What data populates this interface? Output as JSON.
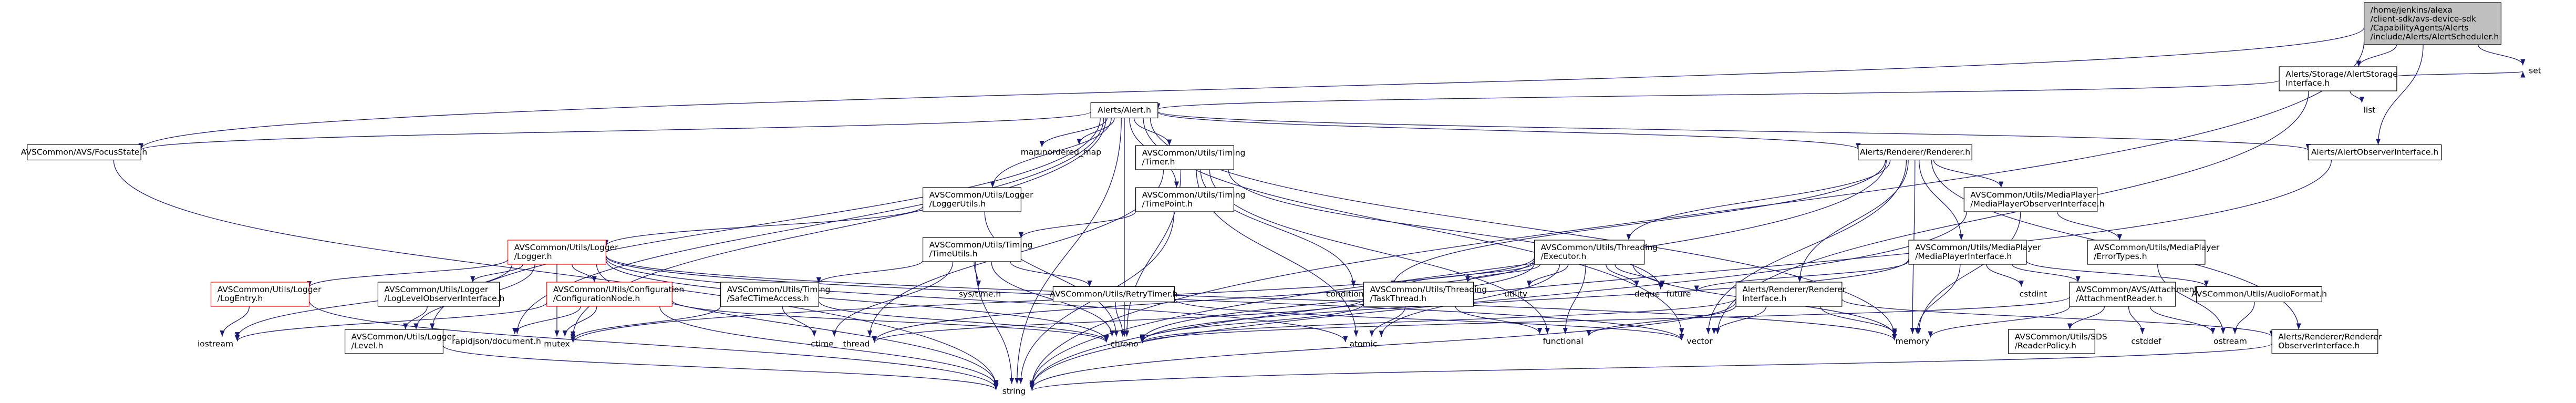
{
  "colors": {
    "edge": "#191970",
    "root_fill": "#bfbfbf",
    "node_border": "#000000",
    "red_border": "#ff0000"
  },
  "nodes": [
    {
      "id": "root",
      "lines": [
        "/home/jenkins/alexa",
        "/client-sdk/avs-device-sdk",
        "/CapabilityAgents/Alerts",
        "/include/Alerts/AlertScheduler.h"
      ],
      "style": "root"
    },
    {
      "id": "focus",
      "lines": [
        "AVSCommon/AVS/FocusState.h"
      ],
      "style": "box"
    },
    {
      "id": "set",
      "lines": [
        "set"
      ],
      "style": "sys"
    },
    {
      "id": "storage",
      "lines": [
        "Alerts/Storage/AlertStorage",
        "Interface.h"
      ],
      "style": "box"
    },
    {
      "id": "list",
      "lines": [
        "list"
      ],
      "style": "sys"
    },
    {
      "id": "alert",
      "lines": [
        "Alerts/Alert.h"
      ],
      "style": "box"
    },
    {
      "id": "observer",
      "lines": [
        "Alerts/AlertObserverInterface.h"
      ],
      "style": "box"
    },
    {
      "id": "map",
      "lines": [
        "map"
      ],
      "style": "sys"
    },
    {
      "id": "umap",
      "lines": [
        "unordered_map"
      ],
      "style": "sys"
    },
    {
      "id": "timer",
      "lines": [
        "AVSCommon/Utils/Timing",
        "/Timer.h"
      ],
      "style": "box"
    },
    {
      "id": "renderer",
      "lines": [
        "Alerts/Renderer/Renderer.h"
      ],
      "style": "box"
    },
    {
      "id": "loggerutils",
      "lines": [
        "AVSCommon/Utils/Logger",
        "/LoggerUtils.h"
      ],
      "style": "box"
    },
    {
      "id": "timepoint",
      "lines": [
        "AVSCommon/Utils/Timing",
        "/TimePoint.h"
      ],
      "style": "box"
    },
    {
      "id": "mpobs",
      "lines": [
        "AVSCommon/Utils/MediaPlayer",
        "/MediaPlayerObserverInterface.h"
      ],
      "style": "box"
    },
    {
      "id": "logger",
      "lines": [
        "AVSCommon/Utils/Logger",
        "/Logger.h"
      ],
      "style": "red"
    },
    {
      "id": "executor",
      "lines": [
        "AVSCommon/Utils/Threading",
        "/Executor.h"
      ],
      "style": "box"
    },
    {
      "id": "mpint",
      "lines": [
        "AVSCommon/Utils/MediaPlayer",
        "/MediaPlayerInterface.h"
      ],
      "style": "box"
    },
    {
      "id": "errortypes",
      "lines": [
        "AVSCommon/Utils/MediaPlayer",
        "/ErrorTypes.h"
      ],
      "style": "box"
    },
    {
      "id": "timeutils",
      "lines": [
        "AVSCommon/Utils/Timing",
        "/TimeUtils.h"
      ],
      "style": "box"
    },
    {
      "id": "logentry",
      "lines": [
        "AVSCommon/Utils/Logger",
        "/LogEntry.h"
      ],
      "style": "red"
    },
    {
      "id": "loglevelobs",
      "lines": [
        "AVSCommon/Utils/Logger",
        "/LogLevelObserverInterface.h"
      ],
      "style": "box"
    },
    {
      "id": "confignode",
      "lines": [
        "AVSCommon/Utils/Configuration",
        "/ConfigurationNode.h"
      ],
      "style": "red"
    },
    {
      "id": "safectime",
      "lines": [
        "AVSCommon/Utils/Timing",
        "/SafeCTimeAccess.h"
      ],
      "style": "box"
    },
    {
      "id": "systime",
      "lines": [
        "sys/time.h"
      ],
      "style": "sys"
    },
    {
      "id": "retrytimer",
      "lines": [
        "AVSCommon/Utils/RetryTimer.h"
      ],
      "style": "box"
    },
    {
      "id": "utility",
      "lines": [
        "utility"
      ],
      "style": "sys"
    },
    {
      "id": "deque",
      "lines": [
        "deque"
      ],
      "style": "sys"
    },
    {
      "id": "future",
      "lines": [
        "future"
      ],
      "style": "sys"
    },
    {
      "id": "condvar",
      "lines": [
        "condition_variable"
      ],
      "style": "sys"
    },
    {
      "id": "taskthread",
      "lines": [
        "AVSCommon/Utils/Threading",
        "/TaskThread.h"
      ],
      "style": "box"
    },
    {
      "id": "rendererif",
      "lines": [
        "Alerts/Renderer/Renderer",
        "Interface.h"
      ],
      "style": "box"
    },
    {
      "id": "cstdint",
      "lines": [
        "cstdint"
      ],
      "style": "sys"
    },
    {
      "id": "attreader",
      "lines": [
        "AVSCommon/AVS/Attachment",
        "/AttachmentReader.h"
      ],
      "style": "box"
    },
    {
      "id": "audioformat",
      "lines": [
        "AVSCommon/Utils/AudioFormat.h"
      ],
      "style": "box"
    },
    {
      "id": "loglevel",
      "lines": [
        "AVSCommon/Utils/Logger",
        "/Level.h"
      ],
      "style": "box"
    },
    {
      "id": "rapidjson",
      "lines": [
        "rapidjson/document.h"
      ],
      "style": "sys"
    },
    {
      "id": "mutex",
      "lines": [
        "mutex"
      ],
      "style": "sys"
    },
    {
      "id": "iostream",
      "lines": [
        "iostream"
      ],
      "style": "sys"
    },
    {
      "id": "ctime",
      "lines": [
        "ctime"
      ],
      "style": "sys"
    },
    {
      "id": "thread",
      "lines": [
        "thread"
      ],
      "style": "sys"
    },
    {
      "id": "chrono",
      "lines": [
        "chrono"
      ],
      "style": "sys"
    },
    {
      "id": "atomic",
      "lines": [
        "atomic"
      ],
      "style": "sys"
    },
    {
      "id": "functional",
      "lines": [
        "functional"
      ],
      "style": "sys"
    },
    {
      "id": "vector",
      "lines": [
        "vector"
      ],
      "style": "sys"
    },
    {
      "id": "memory",
      "lines": [
        "memory"
      ],
      "style": "sys"
    },
    {
      "id": "sds",
      "lines": [
        "AVSCommon/Utils/SDS",
        "/ReaderPolicy.h"
      ],
      "style": "box"
    },
    {
      "id": "cstddef",
      "lines": [
        "cstddef"
      ],
      "style": "sys"
    },
    {
      "id": "ostream",
      "lines": [
        "ostream"
      ],
      "style": "sys"
    },
    {
      "id": "rendobs",
      "lines": [
        "Alerts/Renderer/Renderer",
        "ObserverInterface.h"
      ],
      "style": "box"
    },
    {
      "id": "string",
      "lines": [
        "string"
      ],
      "style": "sys"
    }
  ],
  "edges": [
    [
      "root",
      "focus"
    ],
    [
      "root",
      "set"
    ],
    [
      "root",
      "storage"
    ],
    [
      "root",
      "observer"
    ],
    [
      "root",
      "string"
    ],
    [
      "storage",
      "alert"
    ],
    [
      "storage",
      "list"
    ],
    [
      "storage",
      "set"
    ],
    [
      "storage",
      "vector"
    ],
    [
      "alert",
      "focus"
    ],
    [
      "alert",
      "observer"
    ],
    [
      "alert",
      "map"
    ],
    [
      "alert",
      "umap"
    ],
    [
      "alert",
      "timer"
    ],
    [
      "alert",
      "renderer"
    ],
    [
      "alert",
      "timepoint"
    ],
    [
      "alert",
      "loggerutils"
    ],
    [
      "alert",
      "string"
    ],
    [
      "alert",
      "mutex"
    ],
    [
      "alert",
      "chrono"
    ],
    [
      "alert",
      "memory"
    ],
    [
      "alert",
      "vector"
    ],
    [
      "alert",
      "rapidjson"
    ],
    [
      "alert",
      "loglevel"
    ],
    [
      "observer",
      "string"
    ],
    [
      "focus",
      "string"
    ],
    [
      "timer",
      "condvar"
    ],
    [
      "timer",
      "chrono"
    ],
    [
      "timer",
      "thread"
    ],
    [
      "timer",
      "future"
    ],
    [
      "timer",
      "functional"
    ],
    [
      "timer",
      "atomic"
    ],
    [
      "timepoint",
      "timeutils"
    ],
    [
      "timepoint",
      "string"
    ],
    [
      "loggerutils",
      "logger"
    ],
    [
      "loggerutils",
      "chrono"
    ],
    [
      "logger",
      "logentry"
    ],
    [
      "logger",
      "loglevelobs"
    ],
    [
      "logger",
      "confignode"
    ],
    [
      "logger",
      "loglevel"
    ],
    [
      "logger",
      "mutex"
    ],
    [
      "logger",
      "iostream"
    ],
    [
      "logger",
      "chrono"
    ],
    [
      "logger",
      "vector"
    ],
    [
      "logger",
      "atomic"
    ],
    [
      "logger",
      "memory"
    ],
    [
      "logger",
      "string"
    ],
    [
      "logentry",
      "iostream"
    ],
    [
      "logentry",
      "string"
    ],
    [
      "loglevelobs",
      "loglevel"
    ],
    [
      "confignode",
      "mutex"
    ],
    [
      "confignode",
      "rapidjson"
    ],
    [
      "confignode",
      "chrono"
    ],
    [
      "confignode",
      "iostream"
    ],
    [
      "confignode",
      "string"
    ],
    [
      "loglevel",
      "string"
    ],
    [
      "timeutils",
      "safectime"
    ],
    [
      "timeutils",
      "systime"
    ],
    [
      "timeutils",
      "retrytimer"
    ],
    [
      "timeutils",
      "ctime"
    ],
    [
      "timeutils",
      "chrono"
    ],
    [
      "timeutils",
      "string"
    ],
    [
      "safectime",
      "mutex"
    ],
    [
      "safectime",
      "ctime"
    ],
    [
      "safectime",
      "chrono"
    ],
    [
      "retrytimer",
      "chrono"
    ],
    [
      "retrytimer",
      "vector"
    ],
    [
      "renderer",
      "executor"
    ],
    [
      "renderer",
      "rendererif"
    ],
    [
      "renderer",
      "mpobs"
    ],
    [
      "renderer",
      "mpint"
    ],
    [
      "renderer",
      "condvar"
    ],
    [
      "renderer",
      "vector"
    ],
    [
      "renderer",
      "memory"
    ],
    [
      "renderer",
      "rendobs"
    ],
    [
      "renderer",
      "string"
    ],
    [
      "mpobs",
      "errortypes"
    ],
    [
      "mpobs",
      "memory"
    ],
    [
      "mpobs",
      "string"
    ],
    [
      "mpint",
      "attreader"
    ],
    [
      "mpint",
      "audioformat"
    ],
    [
      "mpint",
      "cstdint"
    ],
    [
      "mpint",
      "future"
    ],
    [
      "mpint",
      "memory"
    ],
    [
      "mpint",
      "chrono"
    ],
    [
      "errortypes",
      "ostream"
    ],
    [
      "executor",
      "taskthread"
    ],
    [
      "executor",
      "condvar"
    ],
    [
      "executor",
      "utility"
    ],
    [
      "executor",
      "deque"
    ],
    [
      "executor",
      "future"
    ],
    [
      "executor",
      "functional"
    ],
    [
      "executor",
      "mutex"
    ],
    [
      "executor",
      "memory"
    ],
    [
      "executor",
      "chrono"
    ],
    [
      "executor",
      "thread"
    ],
    [
      "executor",
      "atomic"
    ],
    [
      "taskthread",
      "atomic"
    ],
    [
      "taskthread",
      "chrono"
    ],
    [
      "taskthread",
      "functional"
    ],
    [
      "taskthread",
      "thread"
    ],
    [
      "rendererif",
      "rendobs"
    ],
    [
      "rendererif",
      "chrono"
    ],
    [
      "rendererif",
      "vector"
    ],
    [
      "rendererif",
      "memory"
    ],
    [
      "rendererif",
      "string"
    ],
    [
      "rendererif",
      "functional"
    ],
    [
      "attreader",
      "sds"
    ],
    [
      "attreader",
      "cstddef"
    ],
    [
      "attreader",
      "chrono"
    ],
    [
      "attreader",
      "ostream"
    ],
    [
      "attreader",
      "memory"
    ],
    [
      "audioformat",
      "ostream"
    ],
    [
      "rendobs",
      "string"
    ]
  ]
}
